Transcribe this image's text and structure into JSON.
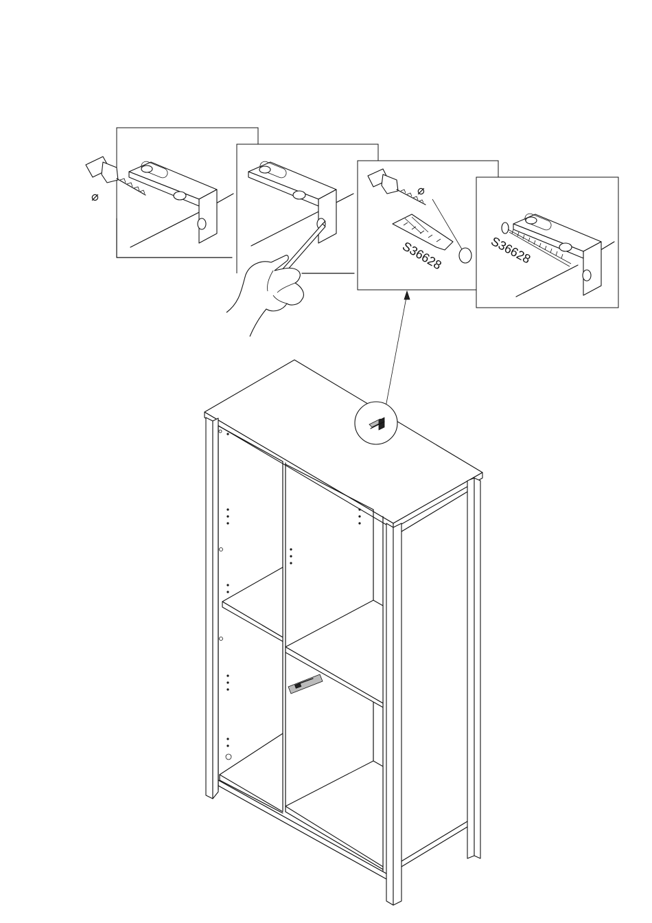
{
  "steps": [
    {
      "id": "drill-hole",
      "tool_icon": "drill-icon",
      "symbol": "⌀"
    },
    {
      "id": "mark-wall",
      "tool_icon": "pencil-icon"
    },
    {
      "id": "insert-dowel",
      "tool_icon": "drill-icon",
      "symbol": "⌀",
      "part_code": "S36628"
    },
    {
      "id": "fasten-screw",
      "tool_icon": "screw-icon",
      "part_code": "S36628"
    }
  ],
  "cabinet": {
    "icon": "cabinet-icon",
    "bracket_detail_icon": "bracket-icon"
  }
}
